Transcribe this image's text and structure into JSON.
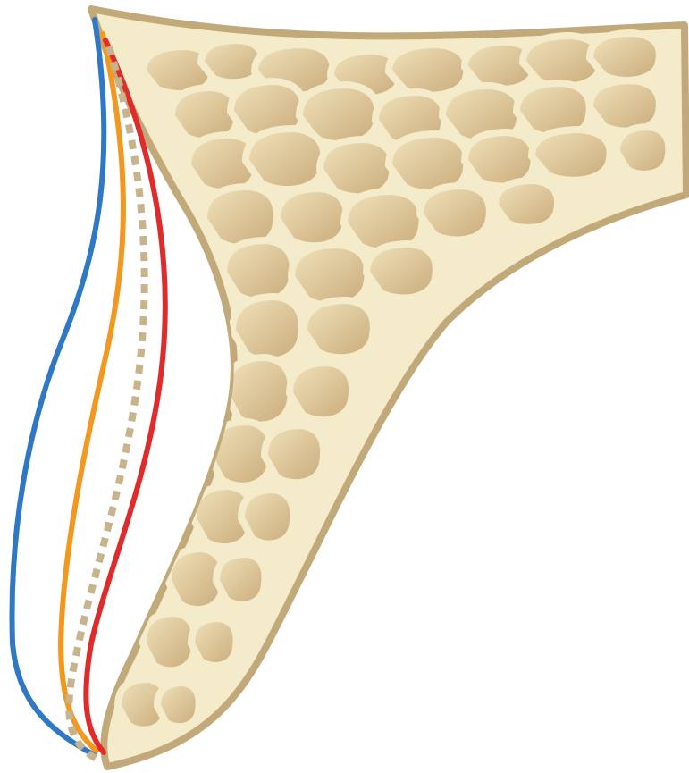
{
  "figure": {
    "type": "bone cross-section illustration with soft-tissue contour lines",
    "labels": []
  },
  "colors": {
    "background": "#ffffff",
    "bone_fill": "#f3ebc9",
    "bone_outline": "#c2a979",
    "trabecula_light": "#efe0b9",
    "trabecula_dark": "#c9aa78",
    "dotted_line": "#c7b38c",
    "red_line": "#e02b2b",
    "orange_line": "#f3981f",
    "blue_line": "#2f78c6"
  },
  "contours": [
    {
      "id": "blue",
      "style": "solid",
      "color_key": "blue_line"
    },
    {
      "id": "orange",
      "style": "solid",
      "color_key": "orange_line"
    },
    {
      "id": "red",
      "style": "solid",
      "color_key": "red_line"
    },
    {
      "id": "tan",
      "style": "dashed",
      "color_key": "dotted_line"
    }
  ]
}
